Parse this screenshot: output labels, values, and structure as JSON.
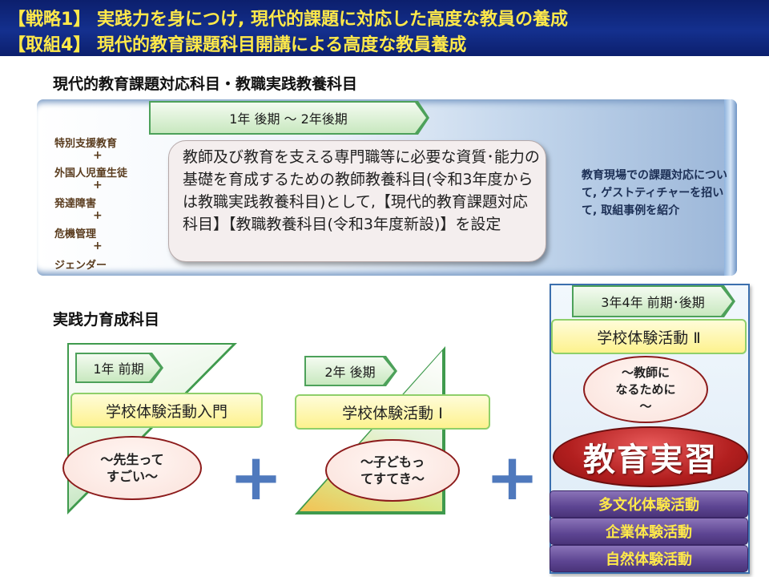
{
  "header": {
    "line1": "【戦略1】 実践力を身につけ, 現代的課題に対応した高度な教員の養成",
    "line2": "【取組4】 現代的教育課題科目開講による高度な教員養成"
  },
  "upper": {
    "section_title": "現代的教育課題対応科目・教職実践教養科目",
    "period": "1年 後期 ～ 2年後期",
    "topics": [
      "特別支援教育",
      "外国人児童生徒",
      "発達障害",
      "危機管理",
      "ジェンダー"
    ],
    "plus": "+",
    "description": "教師及び教育を支える専門職等に必要な資質･能力の基礎を育成するための教師教養科目(令和3年度からは教職実践教養科目)として,【現代的教育課題対応科目】【教職教養科目(令和3年度新設)】を設定",
    "guest_note": "教育現場での課題対応について, ゲストティチャーを招いて, 取組事例を紹介"
  },
  "lower": {
    "section_title": "実践力育成科目",
    "panel1": {
      "period": "1年 前期",
      "course": "学校体験活動入門",
      "bubble": "～先生って\nすごい～"
    },
    "panel2": {
      "period": "2年 後期",
      "course": "学校体験活動 Ⅰ",
      "bubble": "～子どもっ\nてすてき～"
    },
    "plus_sign": "+",
    "panel3": {
      "period": "3年4年 前期･後期",
      "course": "学校体験活動 Ⅱ",
      "bubble": "～教師に\nなるために\n～",
      "main": "教育実習",
      "activities": [
        "多文化体験活動",
        "企業体験活動",
        "自然体験活動"
      ]
    }
  },
  "colors": {
    "header_bg": "#14308e",
    "header_text": "#ffe94a",
    "arrow_green": "#4da15a",
    "bubble_border": "#8c1b1b",
    "plus_blue": "#4f79bd",
    "teaching_red": "#b21f1f",
    "activity_purple": "#5d4592"
  }
}
